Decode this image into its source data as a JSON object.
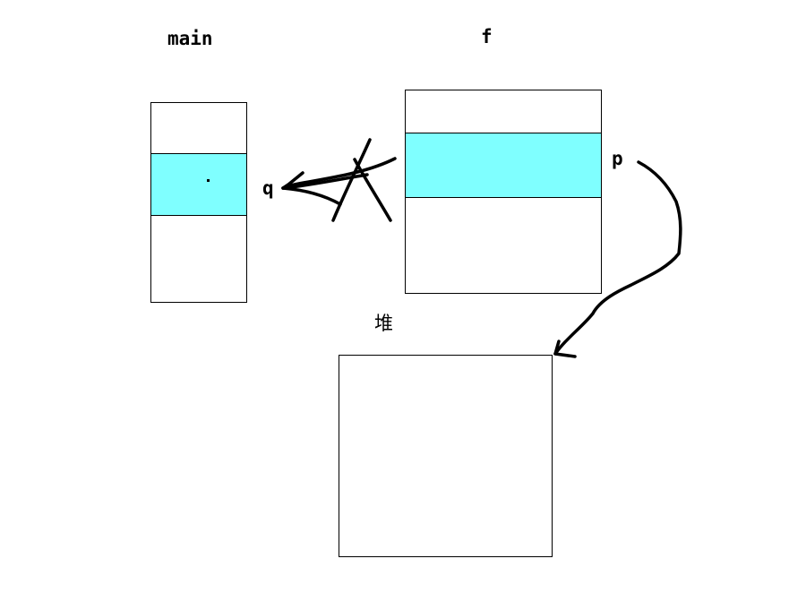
{
  "frames": {
    "main": {
      "label": "main"
    },
    "f": {
      "label": "f"
    },
    "heap": {
      "label": "堆"
    }
  },
  "pointers": {
    "q": {
      "label": "q"
    },
    "p": {
      "label": "p"
    }
  },
  "colors": {
    "slot_fill": "#7fffff",
    "stroke": "#000000",
    "background": "#ffffff"
  }
}
